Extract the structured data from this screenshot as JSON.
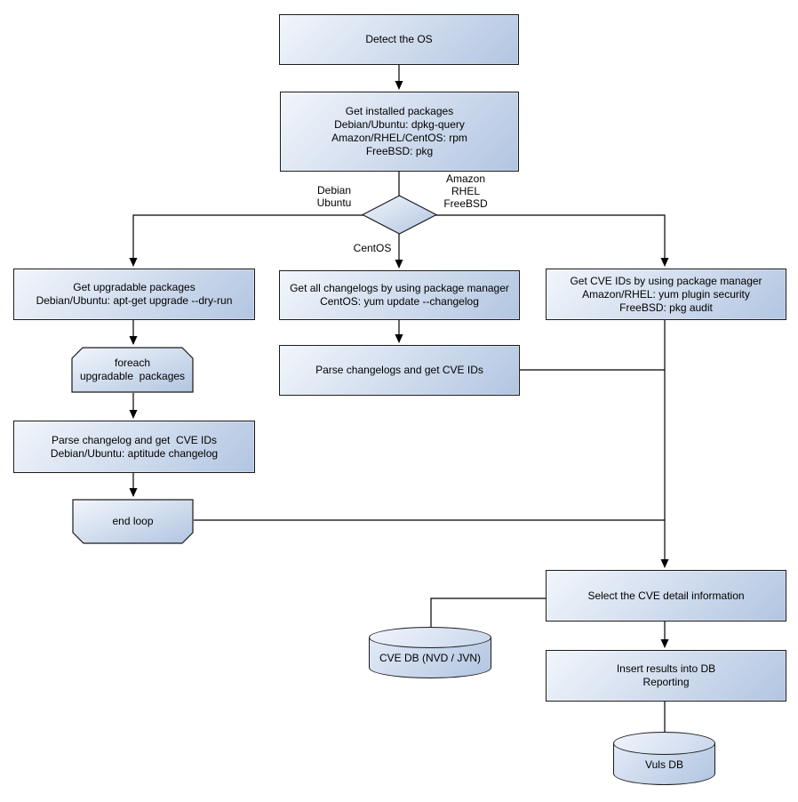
{
  "flowchart": {
    "nodes": {
      "detect_os": "Detect the OS",
      "get_installed_packages": "Get installed packages\nDebian/Ubuntu: dpkg-query\nAmazon/RHEL/CentOS: rpm\nFreeBSD: pkg",
      "get_upgradable_packages": "Get upgradable packages\nDebian/Ubuntu: apt-get upgrade --dry-run",
      "foreach_loop_start": "foreach\nupgradable  packages",
      "parse_changelog_left": "Parse changelog and get  CVE IDs\nDebian/Ubuntu: aptitude changelog",
      "end_loop": "end loop",
      "get_all_changelogs": "Get all changelogs by using package manager\nCentOS: yum update --changelog",
      "parse_changelogs_center": "Parse changelogs and get CVE IDs",
      "get_cve_ids_right": "Get CVE IDs by using package manager\nAmazon/RHEL: yum plugin security\nFreeBSD: pkg audit",
      "select_cve_detail": "Select the CVE detail information",
      "insert_results": "Insert results into DB\nReporting",
      "cve_db": "CVE DB (NVD / JVN)",
      "vuls_db": "Vuls DB"
    },
    "branch_labels": {
      "debian_ubuntu": "Debian\nUbuntu",
      "amazon_rhel_freebsd": "Amazon\nRHEL\nFreeBSD",
      "centos": "CentOS"
    },
    "colors": {
      "node_fill_light": "#f2f6fc",
      "node_fill_dark": "#b2c5e1",
      "node_border": "#1b1b1b",
      "connector": "#000000",
      "background": "#ffffff"
    }
  }
}
